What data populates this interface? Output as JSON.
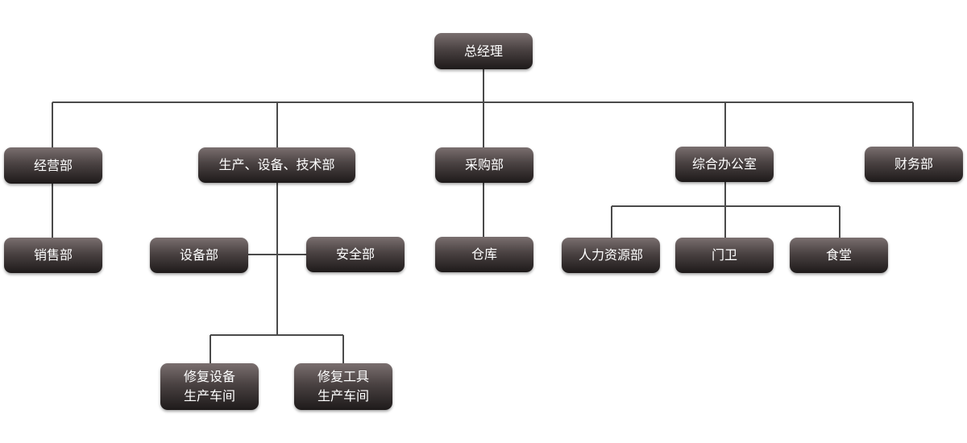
{
  "org_chart": {
    "root": {
      "label": "总经理"
    },
    "departments": {
      "sales_dept": "经营部",
      "production_dept": "生产、设备、技术部",
      "purchasing_dept": "采购部",
      "general_office": "综合办公室",
      "finance_dept": "财务部"
    },
    "sub_units": {
      "sales_section": "销售部",
      "equipment_section": "设备部",
      "safety_section": "安全部",
      "warehouse": "仓库",
      "hr_section": "人力资源部",
      "gate_guard": "门卫",
      "canteen": "食堂"
    },
    "workshops": {
      "equipment_repair_line1": "修复设备",
      "equipment_repair_line2": "生产车间",
      "tool_repair_line1": "修复工具",
      "tool_repair_line2": "生产车间"
    }
  }
}
